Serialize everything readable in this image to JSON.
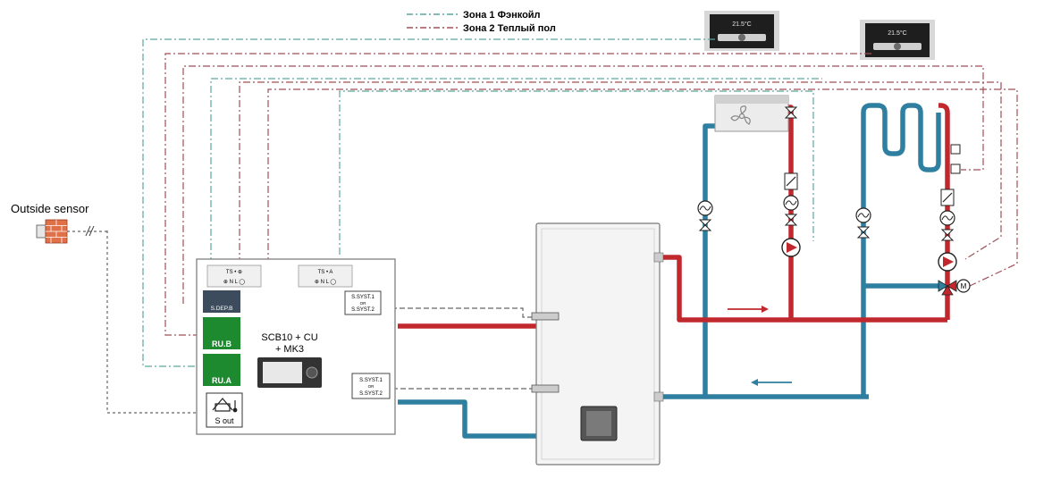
{
  "legend": {
    "zone1": "Зона 1 Фэнкойл",
    "zone2": "Зона 2 Теплый пол"
  },
  "outside_sensor": {
    "label": "Outside sensor"
  },
  "thermostats": [
    {
      "temp": "21.5°C"
    },
    {
      "temp": "21.5°C"
    }
  ],
  "controller": {
    "title_line1": "SCB10 + CU",
    "title_line2": "+ MK3",
    "terminal_left": "TS • ⊕",
    "terminal_right": "TS • A",
    "terminal_sub": "⊕ N L ◯",
    "s_dep_b": "S.DEP.B",
    "ru_b": "RU.B",
    "ru_a": "RU.A",
    "s_out": "S out",
    "s_syst_top": [
      "S.SYST.1",
      "OR",
      "S.SYST.2"
    ],
    "s_syst_bottom": [
      "S.SYST.1",
      "OR",
      "S.SYST.2"
    ]
  },
  "colors": {
    "hot": "#c0282e",
    "cold": "#2e7fa0",
    "zone1_line": "#5aa6a0",
    "zone2_line": "#a05058",
    "green": "#1e8a30",
    "dark_block": "#3d4c5c"
  }
}
